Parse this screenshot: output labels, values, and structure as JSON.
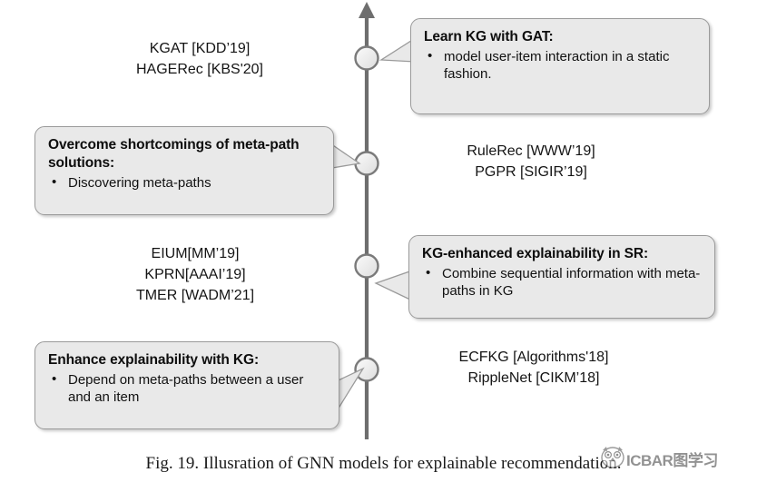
{
  "figure": {
    "caption": "Fig. 19.  Illusration of GNN models for explainable recommendation.",
    "background_color": "#ffffff",
    "axis_color": "#6e6e6e",
    "box_fill_color": "#e9e9e9",
    "box_border_color": "#9a9a9a"
  },
  "timeline": {
    "name": "vertical-timeline-axis",
    "arrow_direction": "up",
    "node_count": 4,
    "nodes": [
      {
        "id": "node-1",
        "label": ""
      },
      {
        "id": "node-2",
        "label": ""
      },
      {
        "id": "node-3",
        "label": ""
      },
      {
        "id": "node-4",
        "label": ""
      }
    ]
  },
  "callouts": [
    {
      "id": "learn-kg-with-gat",
      "title": "Learn KG with GAT:",
      "bullets": [
        "model user-item interaction in a static fashion."
      ],
      "side": "right",
      "tail": "left"
    },
    {
      "id": "overcome-shortcomings",
      "title": "Overcome shortcomings of meta-path solutions:",
      "bullets": [
        "Discovering meta-paths"
      ],
      "side": "left",
      "tail": "right"
    },
    {
      "id": "kg-enhanced-explainability",
      "title": "KG-enhanced explainability in SR:",
      "bullets": [
        "Combine sequential information with meta-paths in KG"
      ],
      "side": "right",
      "tail": "left"
    },
    {
      "id": "enhance-explainability-with-kg",
      "title": "Enhance explainability with KG:",
      "bullets": [
        "Depend on meta-paths between a user and an item"
      ],
      "side": "left",
      "tail": "right"
    }
  ],
  "model_labels": [
    {
      "id": "labels-top-left",
      "side": "left",
      "lines": [
        "KGAT [KDD’19]",
        "HAGERec [KBS'20]"
      ]
    },
    {
      "id": "labels-mid-right",
      "side": "right",
      "lines": [
        "RuleRec [WWW’19]",
        "PGPR [SIGIR’19]"
      ]
    },
    {
      "id": "labels-mid-left",
      "side": "left",
      "lines": [
        "EIUM[MM’19]",
        "KPRN[AAAI’19]",
        "TMER [WADM’21]"
      ]
    },
    {
      "id": "labels-bottom-right",
      "side": "right",
      "lines": [
        "ECFKG [Algorithms'18]",
        "RippleNet [CIKM’18]"
      ]
    }
  ],
  "watermark": {
    "text": "ICBAR图学习",
    "mark": "owl-logo-icon"
  }
}
